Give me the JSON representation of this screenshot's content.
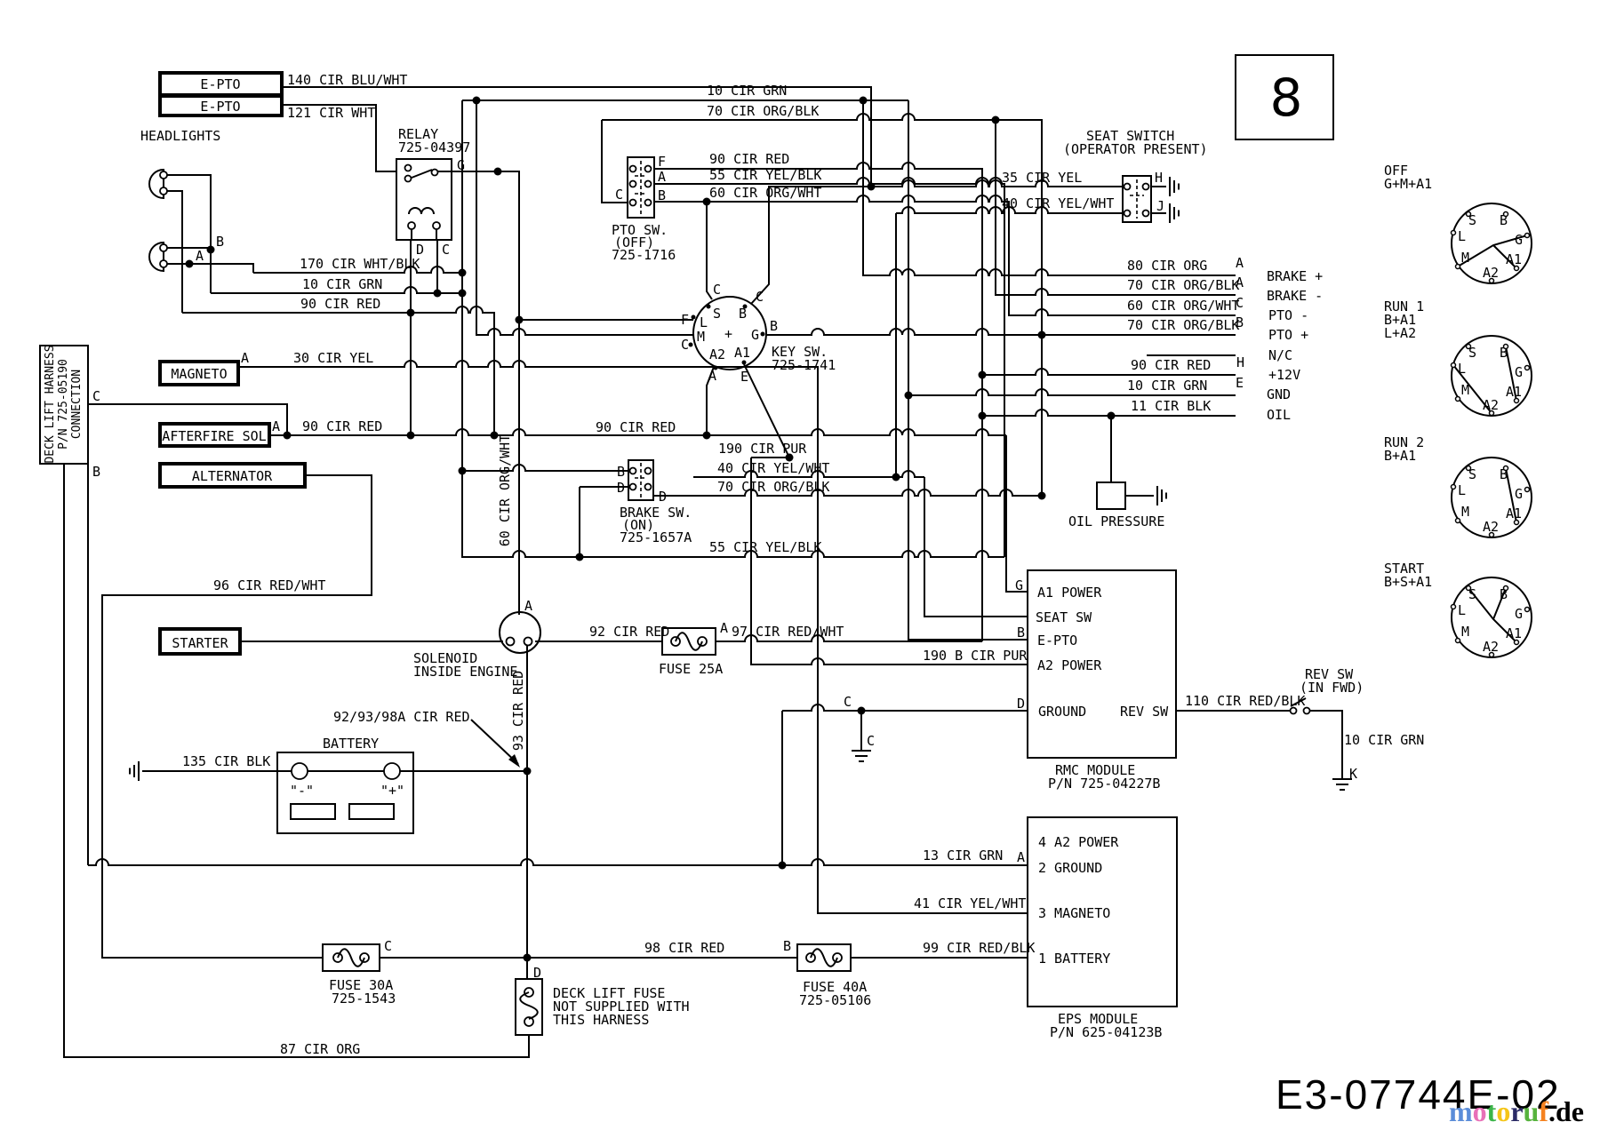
{
  "page": {
    "number": "8",
    "drawing_number": "E3-07744E-02",
    "watermark": {
      "letters": [
        "m",
        "o",
        "t",
        "o",
        "r",
        "u",
        "f"
      ],
      "suffix": ".de",
      "colors": [
        "#5b8dd9",
        "#e870b8",
        "#3cb54a",
        "#f5c518",
        "#2b2b66",
        "#57b33e",
        "#f58220"
      ],
      "suffix_color": "#8a8a8a"
    }
  },
  "components": {
    "epto": "E-PTO",
    "headlights": "HEADLIGHTS",
    "relay1": "RELAY",
    "relay2": "725-04397",
    "pto1": "PTO SW.",
    "pto2": "(OFF)",
    "pto3": "725-1716",
    "key1": "KEY SW.",
    "key2": "725-1741",
    "seat1": "SEAT SWITCH",
    "seat2": "(OPERATOR PRESENT)",
    "magneto": "MAGNETO",
    "afterfire": "AFTERFIRE SOL",
    "alternator": "ALTERNATOR",
    "deck1": "DECK LIFT HARNESS",
    "deck2": "P/N 725-05190",
    "deck3": "CONNECTION",
    "starter": "STARTER",
    "sol1": "SOLENOID",
    "sol2": "INSIDE ENGINE",
    "battery": "BATTERY",
    "batneg": "\"-\"",
    "batpos": "\"+\"",
    "brake1": "BRAKE SW.",
    "brake2": "(ON)",
    "brake3": "725-1657A",
    "fuse25": "FUSE 25A",
    "fuse30a": "FUSE 30A",
    "fuse30b": "725-1543",
    "fuse40a": "FUSE 40A",
    "fuse40b": "725-05106",
    "deckfuse1": "DECK LIFT FUSE",
    "deckfuse2": "NOT SUPPLIED WITH",
    "deckfuse3": "THIS HARNESS",
    "oilpressure": "OIL PRESSURE",
    "rev1": "REV SW",
    "rev2": "(IN FWD)"
  },
  "wires": {
    "c140": "140 CIR BLU/WHT",
    "c121": "121 CIR WHT",
    "c10": "10 CIR GRN",
    "c70": "70 CIR ORG/BLK",
    "c90": "90 CIR RED",
    "c55": "55 CIR YEL/BLK",
    "c60": "60 CIR ORG/WHT",
    "c170": "170 CIR WHT/BLK",
    "c30": "30 CIR YEL",
    "c96": "96 CIR RED/WHT",
    "c35": "35 CIR YEL",
    "c40": "40 CIR YEL/WHT",
    "c80": "80 CIR ORG",
    "c11": "11 CIR BLK",
    "c190": "190 CIR PUR",
    "c190b": "190 B CIR PUR",
    "c92": "92 CIR RED",
    "c97": "97 CIR RED/WHT",
    "c93": "93 CIR RED",
    "c9293": "92/93/98A CIR RED",
    "c135": "135 CIR BLK",
    "c110": "110 CIR RED/BLK",
    "c13": "13 CIR GRN",
    "c41": "41 CIR YEL/WHT",
    "c98": "98 CIR RED",
    "c99": "99 CIR RED/BLK",
    "c87": "87 CIR ORG"
  },
  "terminals": {
    "a": "A",
    "b": "B",
    "c": "C",
    "d": "D",
    "e": "E",
    "f": "F",
    "g": "G",
    "h": "H",
    "j": "J",
    "k": "K"
  },
  "key_terminals": {
    "s": "S",
    "b": "B",
    "l": "L",
    "g": "G",
    "m": "M",
    "a1": "A1",
    "a2": "A2",
    "plus": "+"
  },
  "key_positions": {
    "off1": "OFF",
    "off2": "G+M+A1",
    "run11": "RUN 1",
    "run12": "B+A1",
    "run13": "L+A2",
    "run21": "RUN 2",
    "run22": "B+A1",
    "start1": "START",
    "start2": "B+S+A1"
  },
  "rmc": {
    "name": "RMC MODULE",
    "pn": "P/N 725-04227B",
    "a1": "A1 POWER",
    "seat": "SEAT SW",
    "epto": "E-PTO",
    "a2": "A2 POWER",
    "gnd": "GROUND",
    "rev": "REV SW"
  },
  "eps": {
    "name": "EPS MODULE",
    "pn": "P/N 625-04123B",
    "p4": "4 A2 POWER",
    "p2": "2 GROUND",
    "p3": "3 MAGNETO",
    "p1": "1 BATTERY"
  },
  "pins": {
    "brake_plus": "BRAKE +",
    "brake_minus": "BRAKE -",
    "pto_minus": "PTO -",
    "pto_plus": "PTO +",
    "nc": "N/C",
    "v12": "+12V",
    "gnd": "GND",
    "oil": "OIL"
  }
}
